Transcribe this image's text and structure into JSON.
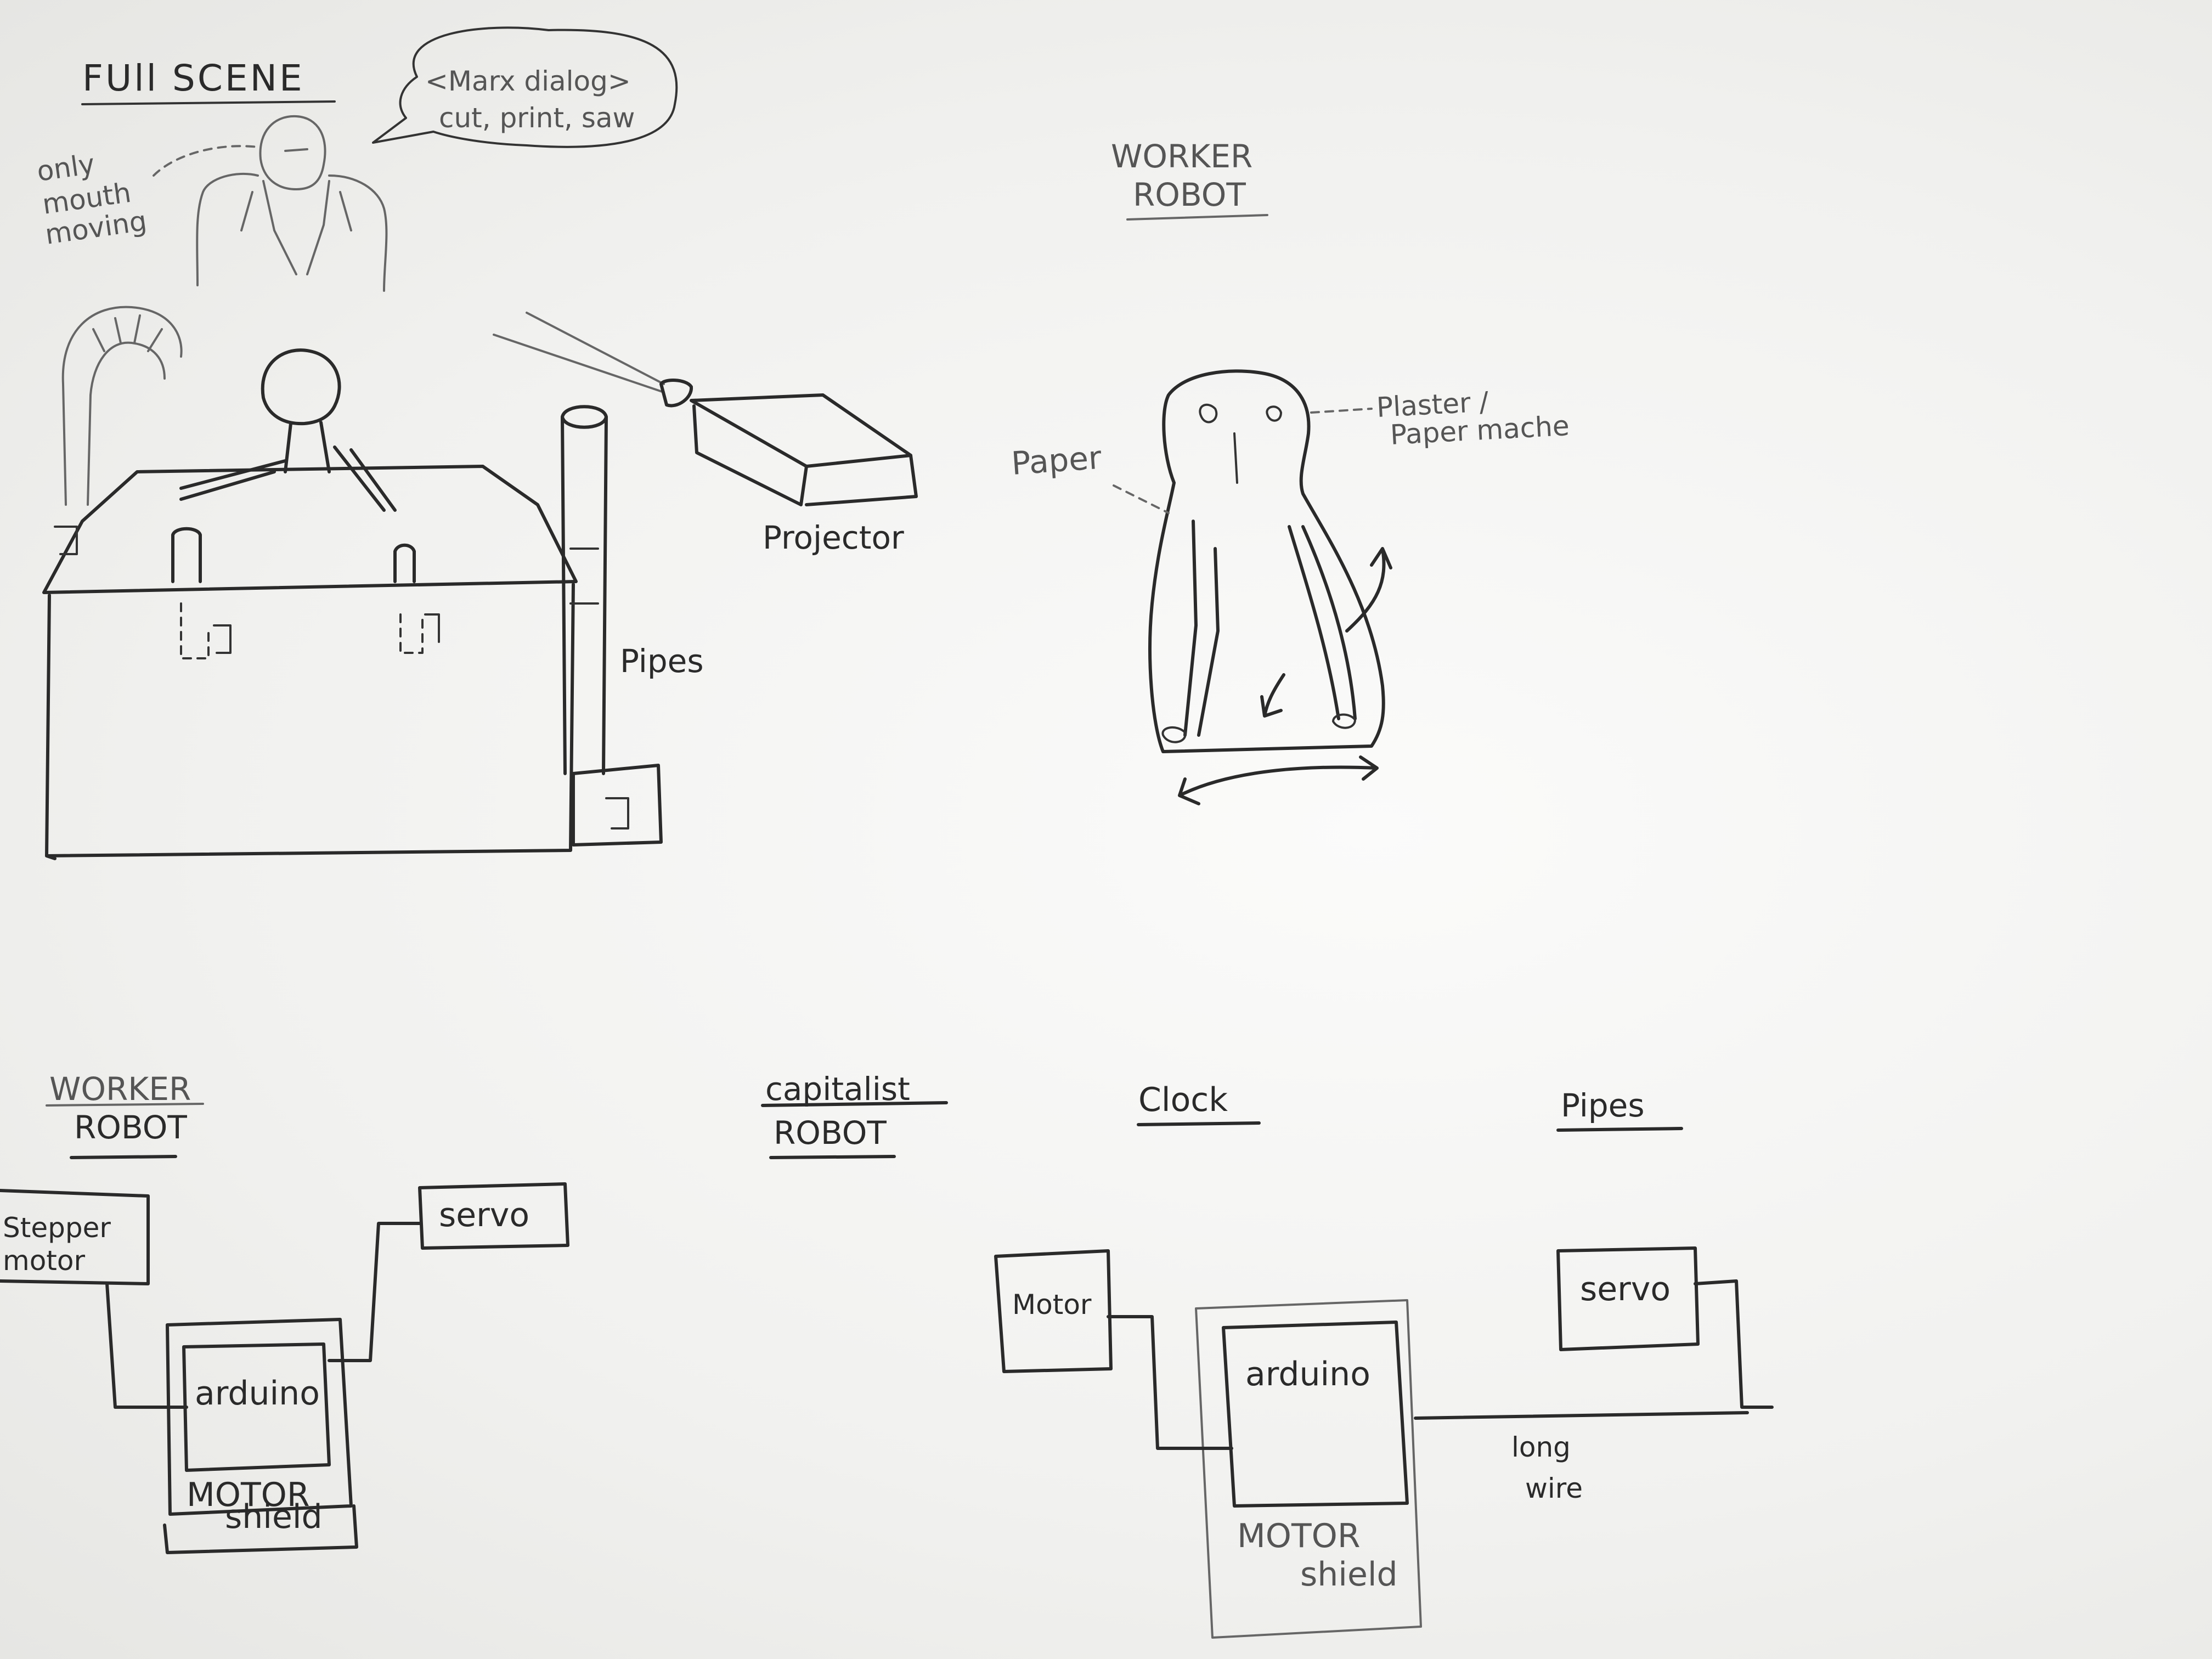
{
  "full_scene": {
    "title": "FUll SCENE",
    "speech": [
      "<Marx dialog>",
      "cut, print, saw"
    ],
    "side_note": [
      "only",
      "mouth",
      "moving"
    ],
    "projector_label": "Projector",
    "pipes_label": "Pipes"
  },
  "worker_sketch": {
    "title": [
      "WORKER",
      "ROBOT"
    ],
    "paper_label": "Paper",
    "plaster_label": [
      "Plaster /",
      "Paper mache"
    ]
  },
  "circuits": {
    "worker": {
      "title": [
        "WORKER",
        "ROBOT"
      ],
      "stepper_label": [
        "Stepper",
        "motor"
      ],
      "servo_label": "servo",
      "arduino_label": "arduino",
      "shield_label": [
        "MOTOR",
        "shield"
      ]
    },
    "capitalist": {
      "title": [
        "capitalist",
        "ROBOT"
      ]
    },
    "clock": {
      "title": "Clock",
      "motor_label": "Motor",
      "arduino_label": "arduino",
      "shield_label": [
        "MOTOR",
        "shield"
      ]
    },
    "pipes": {
      "title": "Pipes",
      "servo_label": "servo",
      "wire_label": [
        "long",
        "wire"
      ]
    }
  }
}
